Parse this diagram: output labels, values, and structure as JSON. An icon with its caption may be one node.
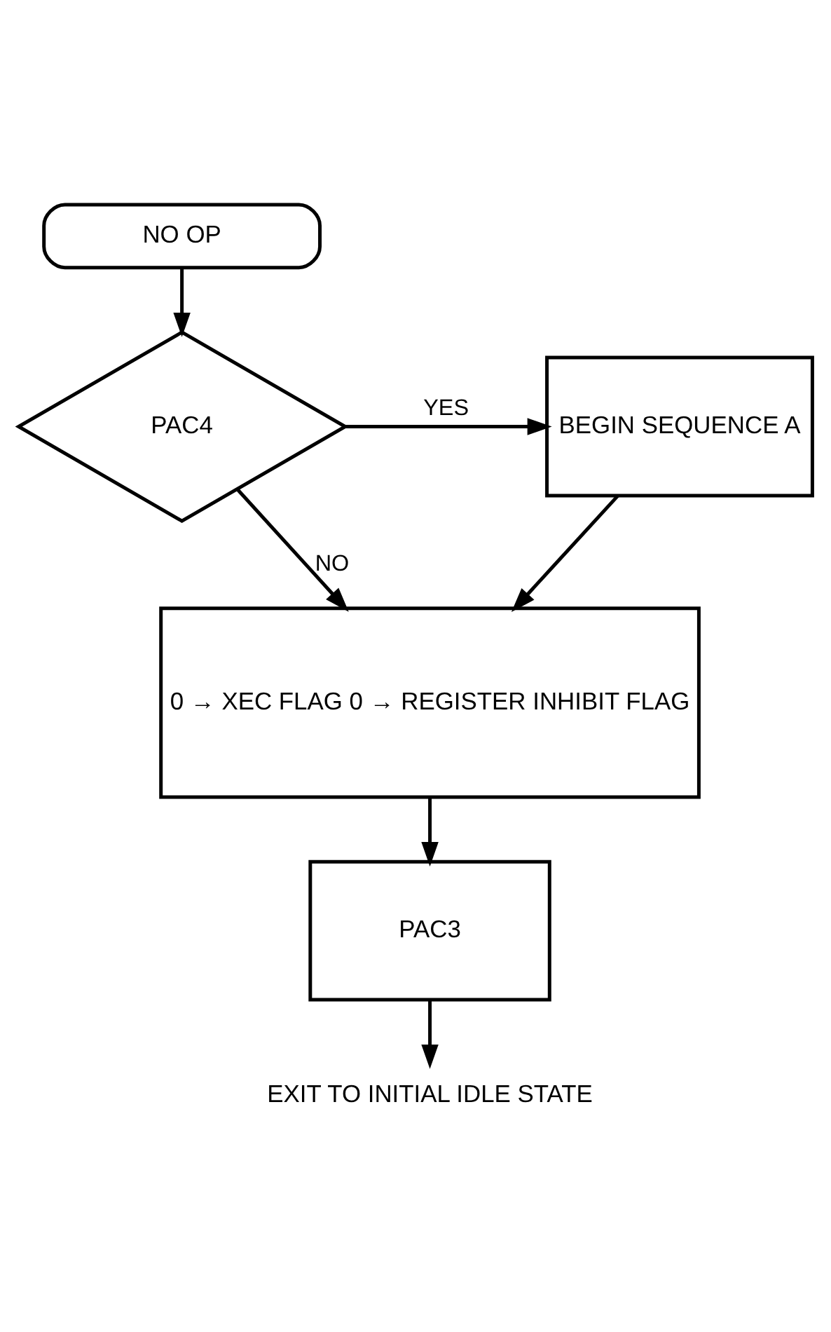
{
  "diagram": {
    "nodes": [
      {
        "text": [
          "NO OP"
        ]
      },
      {
        "text": [
          "PAC4"
        ]
      },
      {
        "text": [
          "BEGIN SEQUENCE A"
        ]
      },
      {
        "text": [
          "0 → XEC FLAG 0 → REGISTER INHIBIT FLAG"
        ]
      },
      {
        "text": [
          "PAC3"
        ]
      },
      {
        "text": [
          "EXIT TO INITIAL IDLE STATE"
        ]
      }
    ],
    "edges": [
      {
        "from": 0,
        "to": 1,
        "arrow": "to"
      },
      {
        "from": 1,
        "to": 2,
        "arrow": "to",
        "label": "YES"
      },
      {
        "from": 1,
        "to": 3,
        "arrow": "to",
        "label": "NO"
      },
      {
        "from": 2,
        "to": 3,
        "arrow": "to"
      },
      {
        "from": 3,
        "to": 4,
        "arrow": "to"
      },
      {
        "from": 4,
        "to": 5,
        "arrow": "to"
      }
    ]
  }
}
